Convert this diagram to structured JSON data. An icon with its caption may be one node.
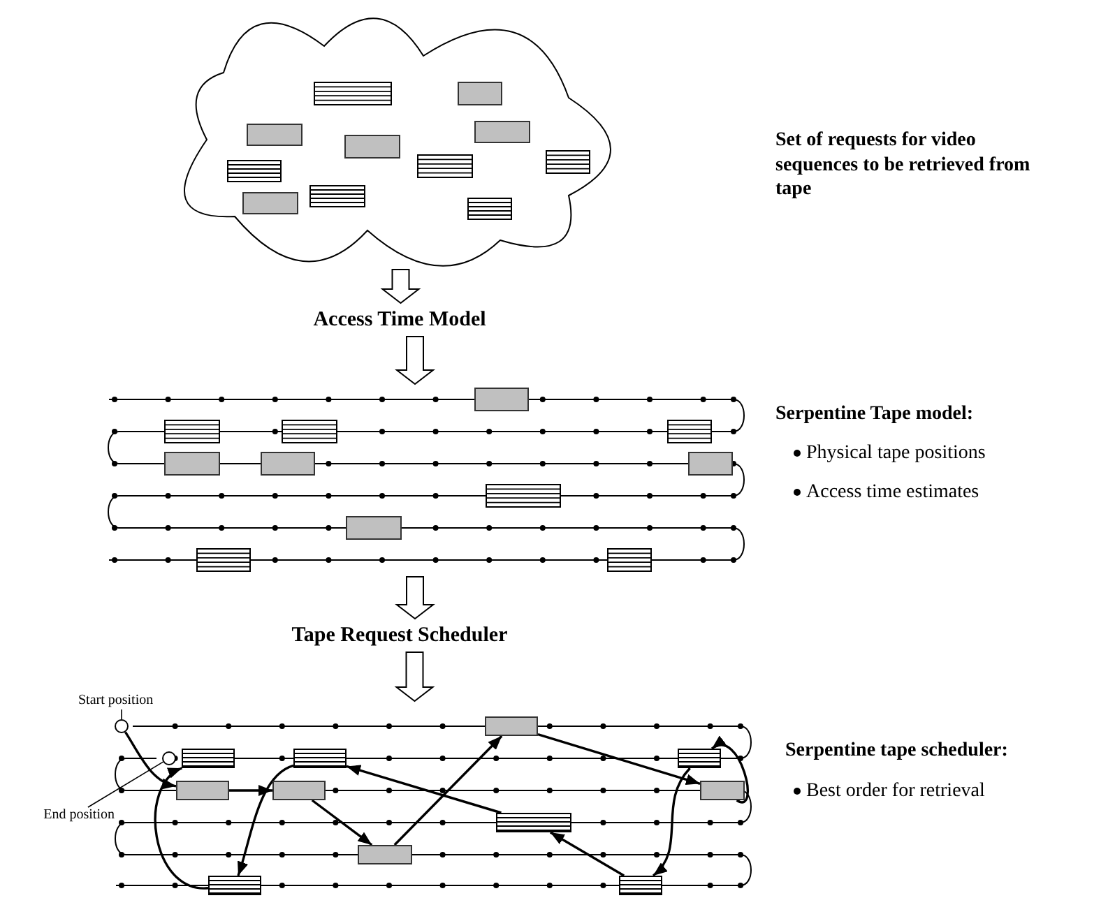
{
  "diagram": {
    "nodes": [
      {
        "text": [],
        "shape": "cloud"
      },
      {
        "text": [
          "Access Time Model"
        ]
      },
      {
        "text": [],
        "shape": "picture",
        "beside": [
          "Serpentine Tape model:",
          "Physical tape positions",
          "Access time estimates"
        ]
      },
      {
        "text": [
          "Tape Request Scheduler"
        ]
      },
      {
        "text": [],
        "shape": "picture",
        "beside": [
          "Serpentine tape scheduler:",
          "Best order for retrieval"
        ]
      },
      {
        "text": [
          "Start position"
        ]
      },
      {
        "text": [
          "End position"
        ]
      },
      {
        "text": [],
        "shape": "circle",
        "in": 4
      },
      {
        "text": [],
        "shape": "circle",
        "in": 4
      },
      {
        "text": [],
        "shape": "box",
        "in": 4
      },
      {
        "text": [],
        "shape": "box",
        "in": 4
      },
      {
        "text": [],
        "shape": "box",
        "in": 4
      },
      {
        "text": [],
        "shape": "box",
        "in": 4
      },
      {
        "text": [],
        "shape": "box",
        "in": 4
      },
      {
        "text": [],
        "shape": "box",
        "in": 4
      },
      {
        "text": [],
        "shape": "box",
        "in": 4
      },
      {
        "text": [],
        "shape": "box",
        "in": 4
      },
      {
        "text": [],
        "shape": "box",
        "in": 4
      },
      {
        "text": [],
        "shape": "box",
        "in": 4
      },
      {
        "text": [],
        "shape": "box",
        "in": 4
      }
    ],
    "edges": [
      {
        "from": 0,
        "to": 1,
        "arrow": "to"
      },
      {
        "from": 1,
        "to": 2,
        "arrow": "to"
      },
      {
        "from": 2,
        "to": 3,
        "arrow": "to"
      },
      {
        "from": 3,
        "to": 4,
        "arrow": "to"
      },
      {
        "from": 5,
        "to": 7,
        "arrow": "none"
      },
      {
        "from": 6,
        "to": 8,
        "arrow": "none"
      },
      {
        "from": 7,
        "to": 13,
        "arrow": "to"
      },
      {
        "from": 13,
        "to": 14,
        "arrow": "to"
      },
      {
        "from": 14,
        "to": 17,
        "arrow": "to"
      },
      {
        "from": 17,
        "to": 9,
        "arrow": "to"
      },
      {
        "from": 9,
        "to": 15,
        "arrow": "to"
      },
      {
        "from": 15,
        "to": 12,
        "arrow": "to"
      },
      {
        "from": 12,
        "to": 19,
        "arrow": "to"
      },
      {
        "from": 19,
        "to": 16,
        "arrow": "to"
      },
      {
        "from": 16,
        "to": 11,
        "arrow": "to"
      },
      {
        "from": 11,
        "to": 18,
        "arrow": "to"
      },
      {
        "from": 18,
        "to": 10,
        "arrow": "to"
      }
    ],
    "labels": [
      "Set of requests for video sequences to be retrieved from tape"
    ]
  }
}
